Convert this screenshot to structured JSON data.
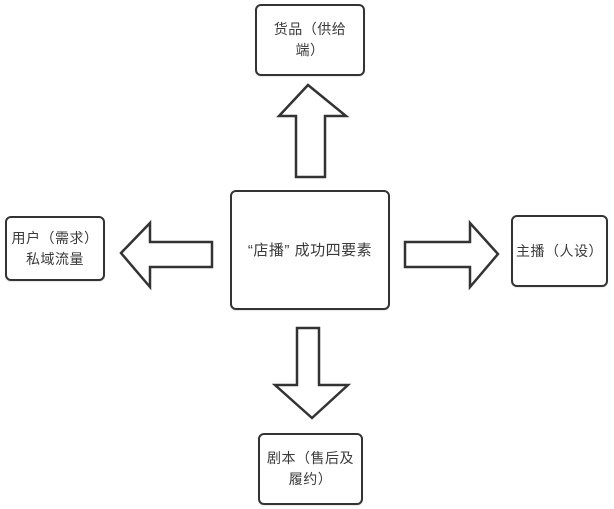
{
  "diagram": {
    "center": {
      "label": "“店播” 成功四要素",
      "lines": [
        "“店播” 成功四要素"
      ]
    },
    "top": {
      "label": "货品（供给端）",
      "lines": [
        "货品（供给",
        "端）"
      ]
    },
    "left": {
      "label": "用户（需求）私域流量",
      "lines": [
        "用户（需求）",
        "私域流量"
      ]
    },
    "right": {
      "label": "主播（人设）",
      "lines": [
        "主播（人设）"
      ]
    },
    "bottom": {
      "label": "剧本（售后及履约）",
      "lines": [
        "剧本（售后及",
        "履约）"
      ]
    },
    "arrows": [
      "up",
      "left",
      "right",
      "down"
    ]
  },
  "colors": {
    "stroke": "#333333",
    "text": "#3a3a3a",
    "background": "#ffffff",
    "shape_fill": "#ffffff"
  }
}
